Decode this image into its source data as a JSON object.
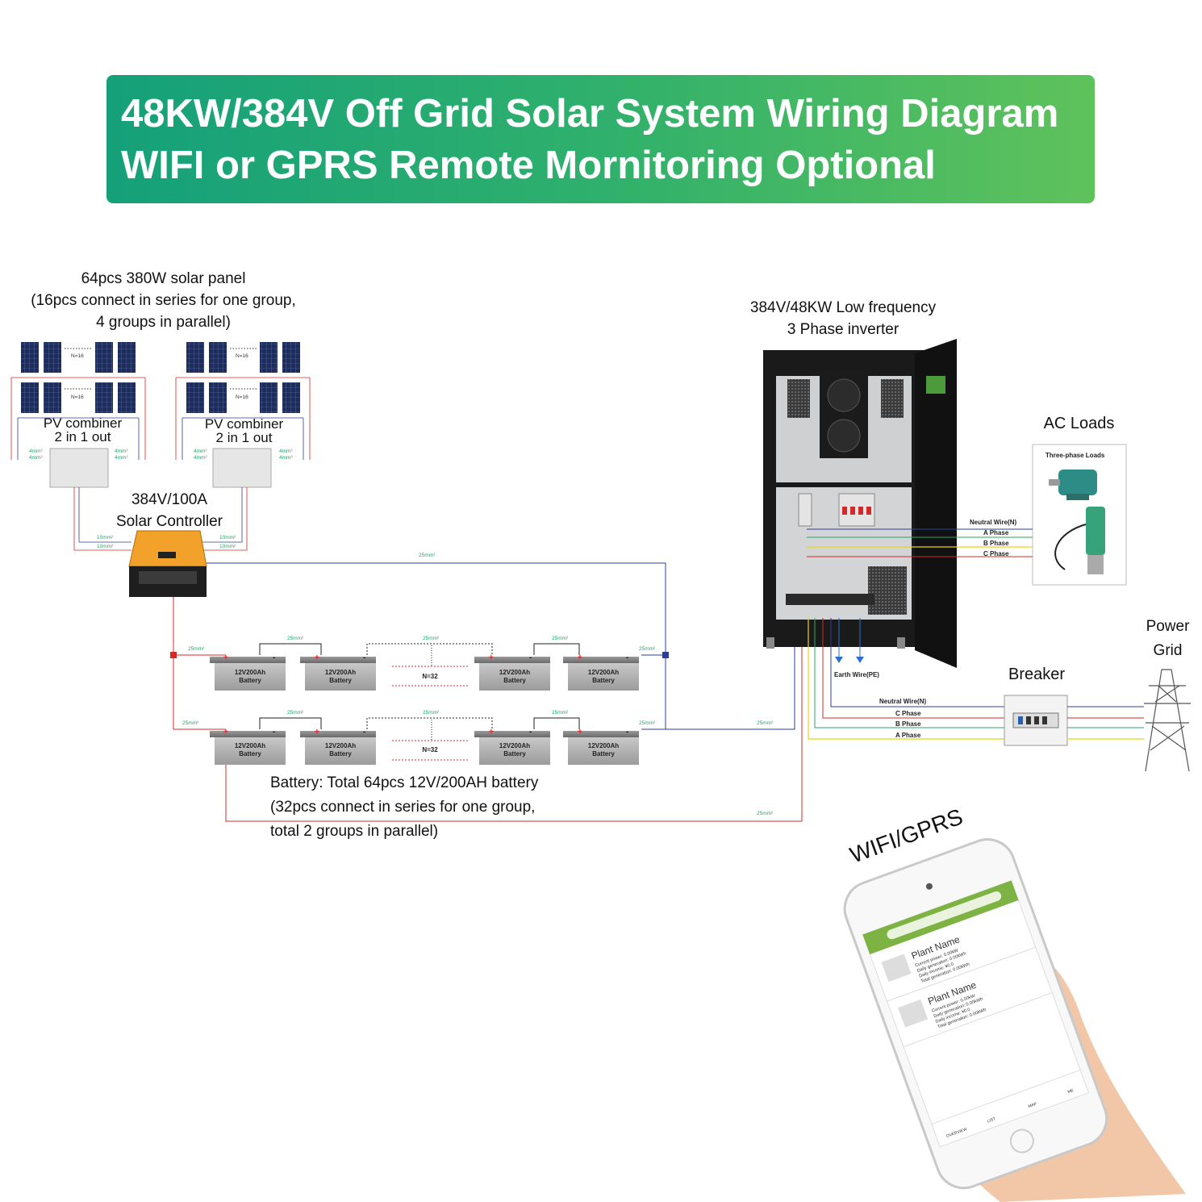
{
  "title": {
    "line1": "48KW/384V Off Grid Solar System Wiring Diagram",
    "line2": "WIFI or GPRS Remote Mornitoring Optional"
  },
  "solar": {
    "caption": [
      "64pcs 380W solar panel",
      "(16pcs connect in series for one group,",
      "4 groups in parallel)"
    ],
    "string_count": "N=16",
    "combiner_label": [
      "PV combiner",
      "2 in 1 out"
    ],
    "wire_4": "4mm²",
    "wire_10": "10mm²"
  },
  "controller": {
    "label": [
      "384V/100A",
      "Solar Controller"
    ]
  },
  "inverter": {
    "label": [
      "384V/48KW Low frequency",
      "3 Phase inverter"
    ]
  },
  "ac_loads": {
    "title": "AC Loads",
    "box_title": "Three-phase Loads",
    "wires": [
      "Neutral Wire(N)",
      "A Phase",
      "B Phase",
      "C Phase"
    ]
  },
  "earth": "Earth Wire(PE)",
  "breaker": {
    "title": "Breaker",
    "wires": [
      "Neutral Wire(N)",
      "C Phase",
      "B Phase",
      "A Phase"
    ]
  },
  "grid": {
    "label": [
      "Power",
      "Grid"
    ]
  },
  "battery": {
    "unit": [
      "12V200Ah",
      "Battery"
    ],
    "series_count": "N=32",
    "wire": "25mm²",
    "caption": [
      "Battery: Total 64pcs 12V/200AH battery",
      "(32pcs connect in series for one group,",
      "total 2 groups in parallel)"
    ]
  },
  "phone": {
    "wifi_label": "WIFI/GPRS",
    "plant_name": "Plant Name",
    "stats": [
      "Current power: 0.00kW",
      "Daily generation: 0.00kWh",
      "Daily income: ¥0.0",
      "Total generation: 0.00kWh"
    ],
    "nav": [
      "OVERVIEW",
      "LIST",
      "MAP",
      "ME"
    ]
  },
  "colors": {
    "banner_start": "#15a07a",
    "banner_end": "#5fc25b",
    "wire_red": "#d62828",
    "wire_blue": "#2b3f9a",
    "wire_green": "#2aa56b",
    "wire_yellow": "#e8d21a",
    "controller_orange": "#f2a22a",
    "app_green": "#7cb342"
  }
}
